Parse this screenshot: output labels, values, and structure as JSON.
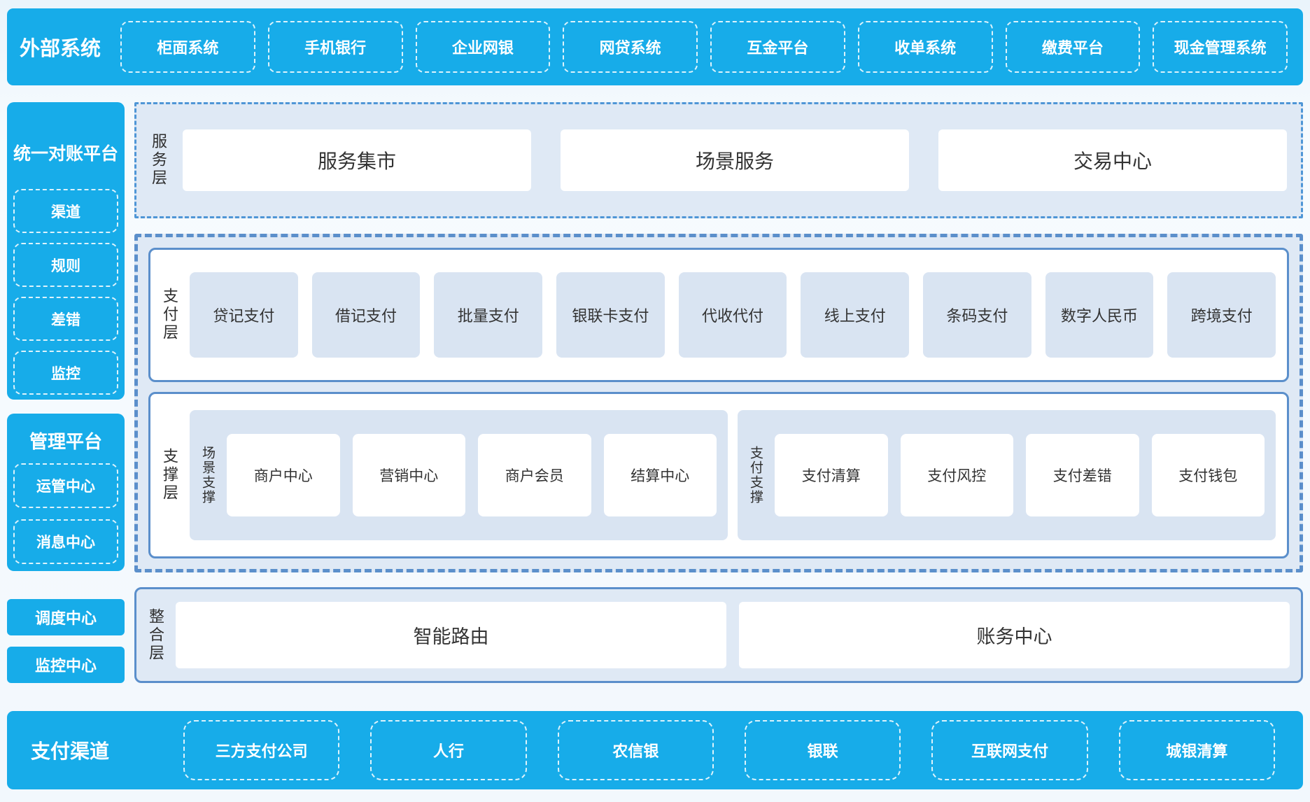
{
  "colors": {
    "brand": "#17ACE9",
    "panel_bg": "#dfe9f5",
    "item_bg": "#d9e4f2",
    "solid_border": "#5b8fcb",
    "dark_text": "#333333"
  },
  "external_systems": {
    "label": "外部系统",
    "items": [
      "柜面系统",
      "手机银行",
      "企业网银",
      "网贷系统",
      "互金平台",
      "收单系统",
      "缴费平台",
      "现金管理系统"
    ]
  },
  "sidebar": {
    "reconciliation_platform": {
      "title": "统一对账平台",
      "items": [
        "渠道",
        "规则",
        "差错",
        "监控"
      ]
    },
    "management_platform": {
      "title": "管理平台",
      "items": [
        "运管中心",
        "消息中心"
      ]
    },
    "dispatch_center": "调度中心",
    "monitor_center": "监控中心"
  },
  "service_layer": {
    "label": "服务层",
    "items": [
      "服务集市",
      "场景服务",
      "交易中心"
    ]
  },
  "payment_layer": {
    "label": "支付层",
    "items": [
      "贷记支付",
      "借记支付",
      "批量支付",
      "银联卡支付",
      "代收代付",
      "线上支付",
      "条码支付",
      "数字人民币",
      "跨境支付"
    ]
  },
  "support_layer": {
    "label": "支撑层",
    "groups": [
      {
        "label": "场景支撑",
        "items": [
          "商户中心",
          "营销中心",
          "商户会员",
          "结算中心"
        ]
      },
      {
        "label": "支付支撑",
        "items": [
          "支付清算",
          "支付风控",
          "支付差错",
          "支付钱包"
        ]
      }
    ]
  },
  "integration_layer": {
    "label": "整合层",
    "items": [
      "智能路由",
      "账务中心"
    ]
  },
  "payment_channels": {
    "label": "支付渠道",
    "items": [
      "三方支付公司",
      "人行",
      "农信银",
      "银联",
      "互联网支付",
      "城银清算"
    ]
  }
}
